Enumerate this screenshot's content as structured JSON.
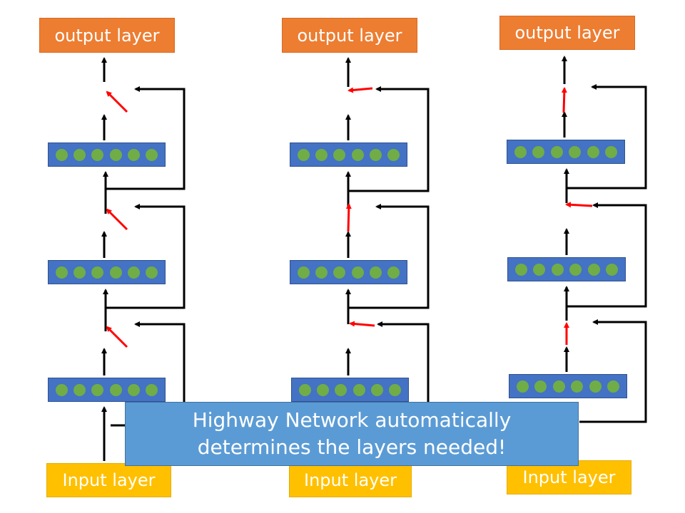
{
  "columns": [
    {
      "output_label": "output layer",
      "input_label": "Input layer"
    },
    {
      "output_label": "output layer",
      "input_label": "Input layer"
    },
    {
      "output_label": "output layer",
      "input_label": "Input layer"
    }
  ],
  "banner": {
    "line1": "Highway Network automatically",
    "line2": "determines the layers needed!"
  },
  "colors": {
    "output_box": "#ed7d31",
    "input_box": "#ffc000",
    "layer_bar": "#4472c4",
    "neuron": "#70ad47",
    "gate_arrow": "#ff0000",
    "arrow": "#000000",
    "banner": "#5b9bd5"
  }
}
